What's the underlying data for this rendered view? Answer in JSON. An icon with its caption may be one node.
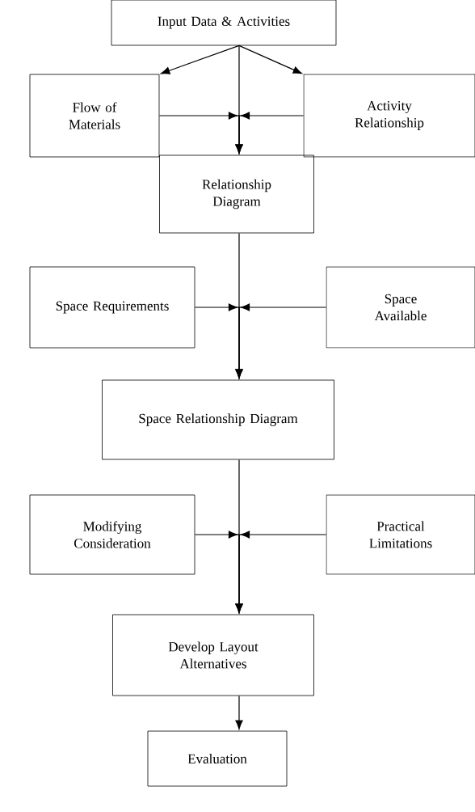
{
  "diagram": {
    "nodes": [
      {
        "text": [
          "Input Data & Activities"
        ]
      },
      {
        "text": [
          "Flow of Materials"
        ]
      },
      {
        "text": [
          "Activity Relationship"
        ]
      },
      {
        "text": [
          "Relationship Diagram"
        ]
      },
      {
        "text": [
          "Space Requirements"
        ]
      },
      {
        "text": [
          "Space Available"
        ]
      },
      {
        "text": [
          "Space Relationship Diagram"
        ]
      },
      {
        "text": [
          "Modifying Consideration"
        ]
      },
      {
        "text": [
          "Practical Limitations"
        ]
      },
      {
        "text": [
          "Develop Layout Alternatives"
        ]
      },
      {
        "text": [
          "Evaluation"
        ]
      }
    ],
    "edges": [
      {
        "from": 0,
        "to": 1,
        "arrow": "to"
      },
      {
        "from": 0,
        "to": 2,
        "arrow": "to"
      },
      {
        "from": 0,
        "to": 3,
        "arrow": "to"
      },
      {
        "from": 1,
        "to": 3,
        "arrow": "to"
      },
      {
        "from": 2,
        "to": 3,
        "arrow": "to"
      },
      {
        "from": 3,
        "to": 6,
        "arrow": "to"
      },
      {
        "from": 4,
        "to": 6,
        "arrow": "to"
      },
      {
        "from": 5,
        "to": 6,
        "arrow": "to"
      },
      {
        "from": 6,
        "to": 9,
        "arrow": "to"
      },
      {
        "from": 7,
        "to": 9,
        "arrow": "to"
      },
      {
        "from": 8,
        "to": 9,
        "arrow": "to"
      },
      {
        "from": 9,
        "to": 10,
        "arrow": "to"
      }
    ]
  }
}
